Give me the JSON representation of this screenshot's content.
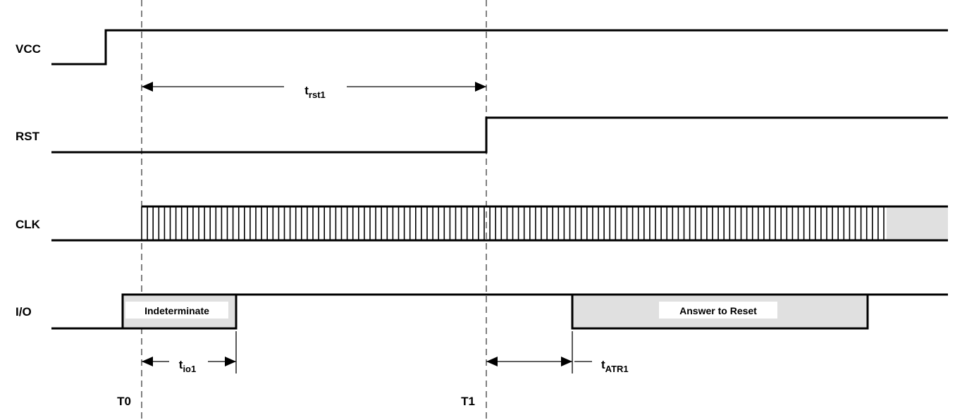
{
  "signals": {
    "vcc": "VCC",
    "rst": "RST",
    "clk": "CLK",
    "io": "I/O"
  },
  "markers": {
    "t0": "T0",
    "t1": "T1"
  },
  "boxes": {
    "indeterminate": "Indeterminate",
    "answer_to_reset": "Answer to Reset"
  },
  "timings": {
    "trst1": {
      "main": "t",
      "sub": "rst1"
    },
    "tio1": {
      "main": "t",
      "sub": "io1"
    },
    "tatr1": {
      "main": "t",
      "sub": "ATR1"
    }
  },
  "colors": {
    "line": "#000000",
    "shade": "#e0e0e0",
    "background": "#ffffff"
  }
}
